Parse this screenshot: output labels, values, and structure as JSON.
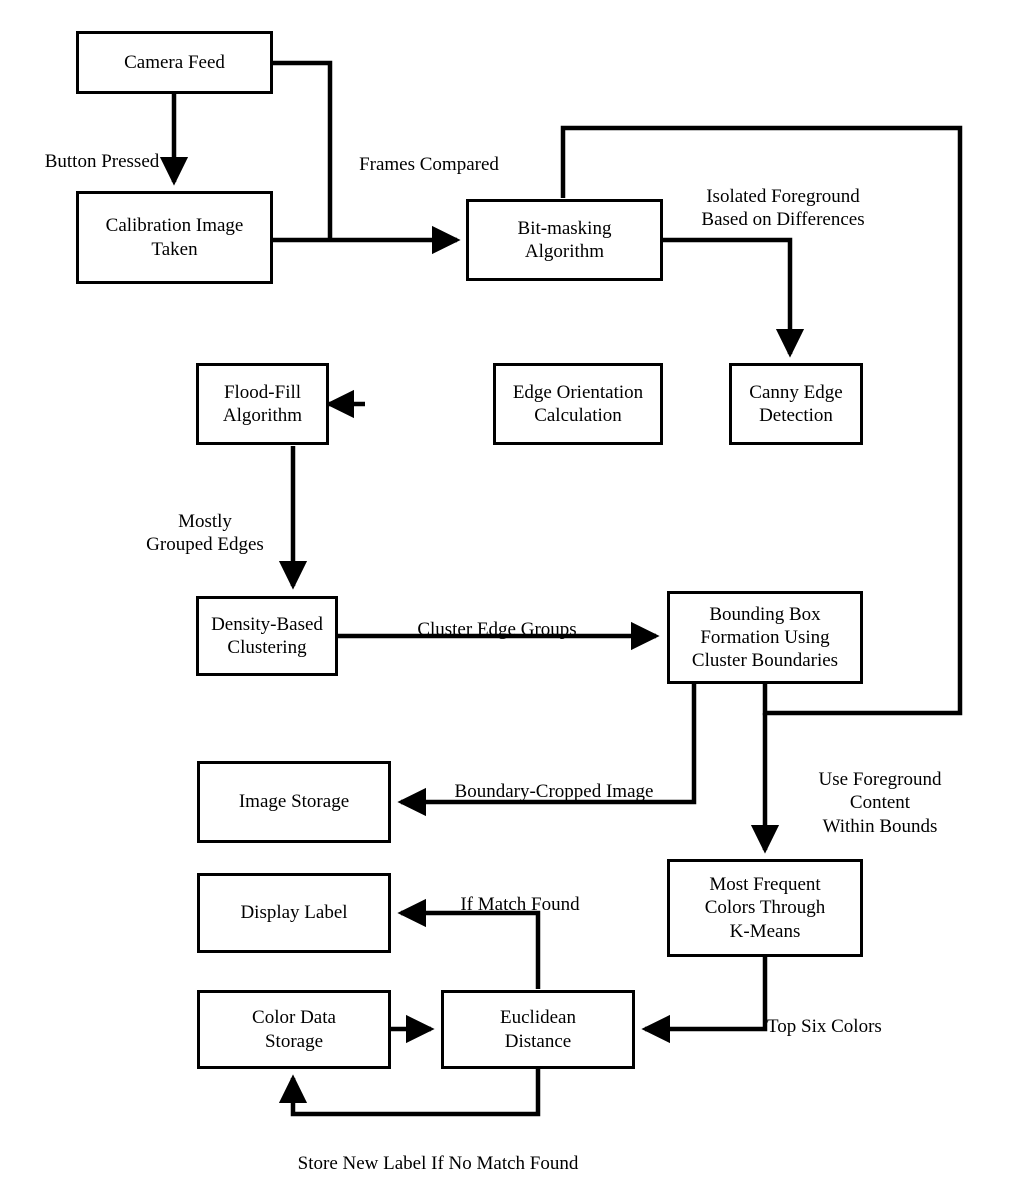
{
  "diagram": {
    "title": "Object Recognition Image Processing Pipeline Flowchart",
    "background_color": "#ffffff",
    "stroke_color": "#000000",
    "nodes": [
      {
        "id": "camera_feed",
        "label": "Camera Feed"
      },
      {
        "id": "calibration_image",
        "label": "Calibration Image\nTaken"
      },
      {
        "id": "bit_masking",
        "label": "Bit-masking\nAlgorithm"
      },
      {
        "id": "canny_edge",
        "label": "Canny Edge\nDetection"
      },
      {
        "id": "edge_orientation",
        "label": "Edge Orientation\nCalculation"
      },
      {
        "id": "flood_fill",
        "label": "Flood-Fill\nAlgorithm"
      },
      {
        "id": "density_clustering",
        "label": "Density-Based\nClustering"
      },
      {
        "id": "bounding_box",
        "label": "Bounding Box\nFormation Using\nCluster Boundaries"
      },
      {
        "id": "image_storage",
        "label": "Image Storage"
      },
      {
        "id": "kmeans_colors",
        "label": "Most Frequent\nColors Through\nK-Means"
      },
      {
        "id": "display_label",
        "label": "Display Label"
      },
      {
        "id": "color_data_storage",
        "label": "Color Data\nStorage"
      },
      {
        "id": "euclidean_distance",
        "label": "Euclidean\nDistance"
      }
    ],
    "edge_labels": [
      {
        "id": "button_pressed",
        "text": "Button Pressed"
      },
      {
        "id": "frames_compared",
        "text": "Frames Compared"
      },
      {
        "id": "isolated_foreground",
        "text": "Isolated Foreground\nBased on Differences"
      },
      {
        "id": "mostly_grouped_edges",
        "text": "Mostly\nGrouped Edges"
      },
      {
        "id": "cluster_edge_groups",
        "text": "Cluster Edge Groups"
      },
      {
        "id": "boundary_cropped",
        "text": "Boundary-Cropped Image"
      },
      {
        "id": "use_foreground",
        "text": "Use Foreground\nContent\nWithin Bounds"
      },
      {
        "id": "if_match_found",
        "text": "If Match Found"
      },
      {
        "id": "top_six_colors",
        "text": "Top Six Colors"
      },
      {
        "id": "store_new_label",
        "text": "Store New Label If No Match Found"
      }
    ],
    "edges": [
      {
        "from": "camera_feed",
        "to": "calibration_image",
        "label": "Button Pressed"
      },
      {
        "from": "camera_feed",
        "to": "bit_masking",
        "label": "Frames Compared"
      },
      {
        "from": "calibration_image",
        "to": "bit_masking",
        "label": ""
      },
      {
        "from": "bit_masking",
        "to": "canny_edge",
        "label": "Isolated Foreground Based on Differences"
      },
      {
        "from": "canny_edge",
        "to": "edge_orientation",
        "label": ""
      },
      {
        "from": "edge_orientation",
        "to": "flood_fill",
        "label": ""
      },
      {
        "from": "flood_fill",
        "to": "density_clustering",
        "label": "Mostly Grouped Edges"
      },
      {
        "from": "density_clustering",
        "to": "bounding_box",
        "label": "Cluster Edge Groups"
      },
      {
        "from": "bounding_box",
        "to": "bit_masking",
        "label": ""
      },
      {
        "from": "bounding_box",
        "to": "image_storage",
        "label": "Boundary-Cropped Image"
      },
      {
        "from": "bounding_box",
        "to": "kmeans_colors",
        "label": "Use Foreground Content Within Bounds"
      },
      {
        "from": "kmeans_colors",
        "to": "euclidean_distance",
        "label": "Top Six Colors"
      },
      {
        "from": "euclidean_distance",
        "to": "display_label",
        "label": "If Match Found"
      },
      {
        "from": "color_data_storage",
        "to": "euclidean_distance",
        "label": ""
      },
      {
        "from": "euclidean_distance",
        "to": "color_data_storage",
        "label": "Store New Label If No Match Found"
      }
    ]
  }
}
